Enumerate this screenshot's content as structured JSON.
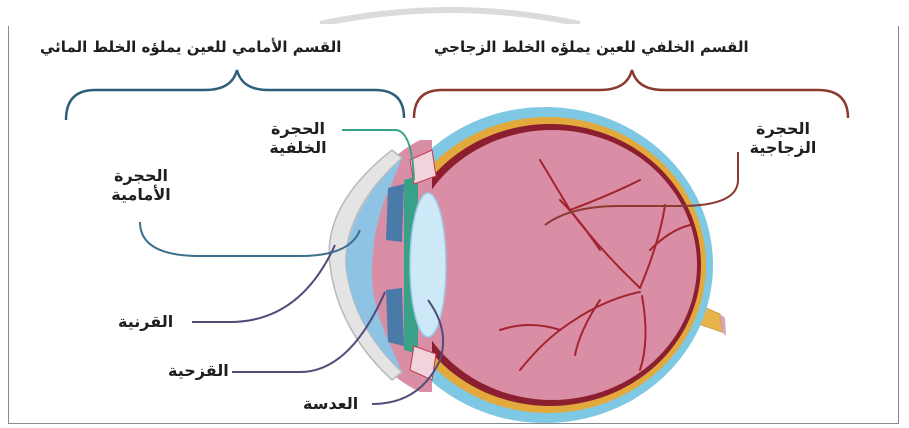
{
  "headers": {
    "anterior": "القسم الأمامي للعين يملؤه الخلط المائي",
    "posterior": "القسم الخلفي للعين يملؤه الخلط الزجاجي"
  },
  "labels": {
    "posterior_chamber_line1": "الحجرة",
    "posterior_chamber_line2": "الخلفية",
    "vitreous_chamber_line1": "الحجرة",
    "vitreous_chamber_line2": "الزجاجية",
    "anterior_chamber_line1": "الحجرة",
    "anterior_chamber_line2": "الأمامية",
    "cornea": "القرنية",
    "iris": "القزحية",
    "lens": "العدسة"
  },
  "colors": {
    "anterior_bracket": "#2d5f78",
    "posterior_bracket": "#8a3a2e",
    "sclera_outer": "#7ec8e3",
    "choroid": "#e3a93c",
    "retina": "#8b1f2f",
    "vitreous": "#d98ea6",
    "vessel": "#a3242e",
    "lens": "#cde9f7"
  }
}
